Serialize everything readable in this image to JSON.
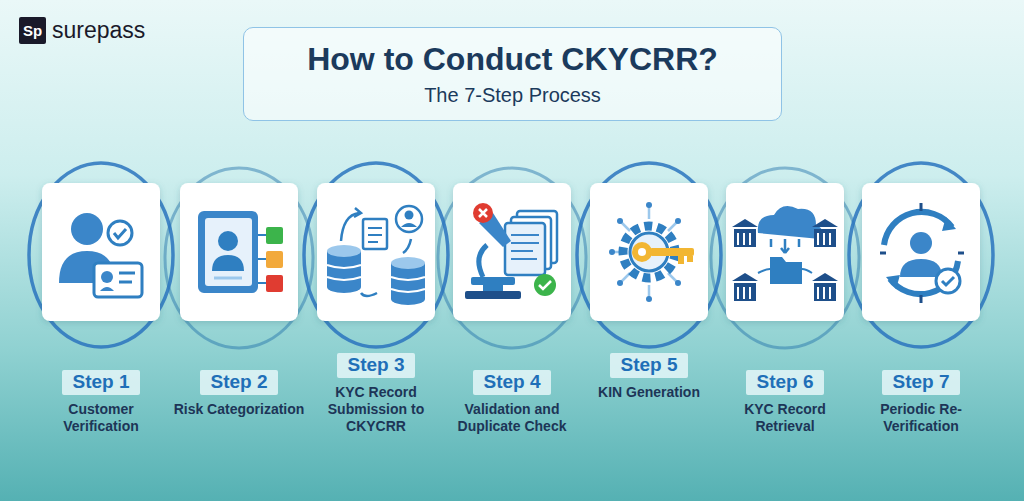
{
  "diagram": {
    "nodes": [
      {
        "text": [
          "How to Conduct CKYCRR?",
          "The 7-Step Process"
        ]
      },
      {
        "text": [
          "Step 1",
          "Customer Verification"
        ]
      },
      {
        "text": [
          "Step 2",
          "Risk Categorization"
        ]
      },
      {
        "text": [
          "Step 3",
          "KYC Record Submission to CKYCRR"
        ]
      },
      {
        "text": [
          "Step 4",
          "Validation and Duplicate Check"
        ]
      },
      {
        "text": [
          "Step 5",
          "KIN Generation"
        ]
      },
      {
        "text": [
          "Step 6",
          "KYC Record Retrieval"
        ]
      },
      {
        "text": [
          "Step 7",
          "Periodic Re-Verification"
        ]
      }
    ],
    "labels": [
      "Sp",
      "surepass"
    ]
  }
}
